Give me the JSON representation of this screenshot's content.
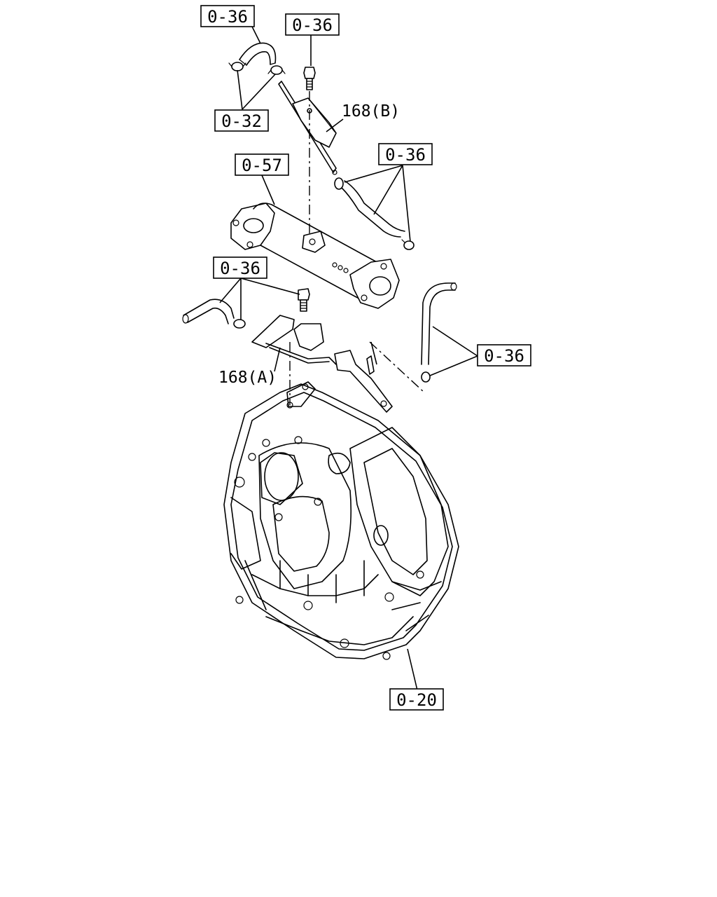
{
  "callouts": {
    "c1": "0-36",
    "c2": "0-36",
    "c3": "0-32",
    "c4": "0-57",
    "c5": "0-36",
    "c6": "0-36",
    "c7": "0-36",
    "c8": "0-20"
  },
  "labels": {
    "part_b": "168(B)",
    "part_a": "168(A)"
  }
}
